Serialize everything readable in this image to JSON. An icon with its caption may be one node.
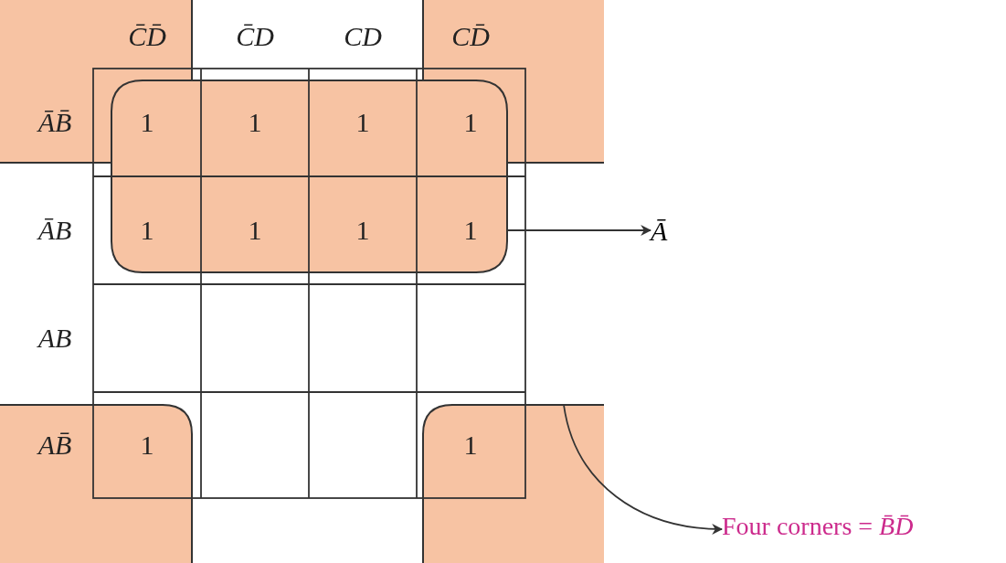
{
  "diagram": {
    "nodes": [
      {
        "text": [],
        "shape": "box"
      },
      {
        "text": [],
        "shape": "box"
      },
      {
        "text": [],
        "shape": "box"
      },
      {
        "text": [
          "Ā"
        ]
      },
      {
        "text": [],
        "shape": "box"
      },
      {
        "text": [],
        "shape": "box"
      },
      {
        "text": [
          "Four corners = *B̄D̄*"
        ]
      }
    ],
    "edges": [
      {
        "from": 2,
        "to": 3,
        "arrow": "to"
      },
      {
        "from": 5,
        "to": 6,
        "arrow": "to"
      }
    ],
    "labels": [
      "C̄D̄",
      "C̄D",
      "CD",
      "CD̄",
      "ĀB̄",
      "1",
      "1",
      "1",
      "1",
      "ĀB",
      "1",
      "1",
      "1",
      "1",
      "AB",
      "AB̄",
      "1",
      "1"
    ]
  }
}
